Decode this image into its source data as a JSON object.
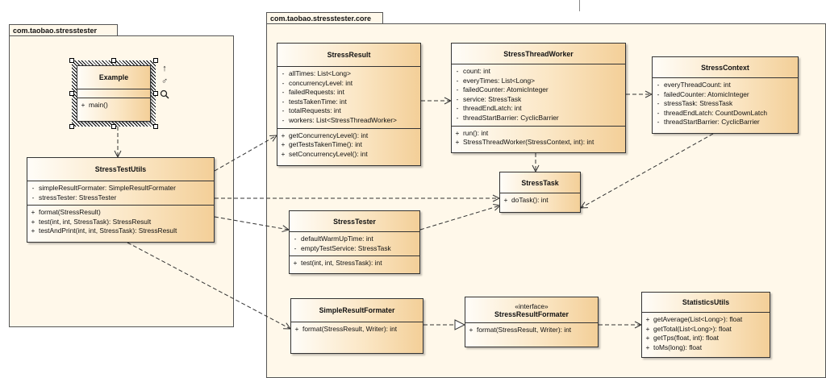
{
  "packages": {
    "left": {
      "name": "com.taobao.stresstester"
    },
    "core": {
      "name": "com.taobao.stresstester.core"
    }
  },
  "classes": {
    "example": {
      "name": "Example",
      "attributes": [],
      "operations": [
        {
          "vis": "+",
          "text": "main()"
        }
      ]
    },
    "stressTestUtils": {
      "name": "StressTestUtils",
      "attributes": [
        {
          "vis": "-",
          "text": "simpleResultFormater: SimpleResultFormater"
        },
        {
          "vis": "-",
          "text": "stressTester: StressTester"
        }
      ],
      "operations": [
        {
          "vis": "+",
          "text": "format(StressResult)"
        },
        {
          "vis": "+",
          "text": "test(int, int, StressTask): StressResult"
        },
        {
          "vis": "+",
          "text": "testAndPrint(int, int, StressTask): StressResult"
        }
      ]
    },
    "stressResult": {
      "name": "StressResult",
      "attributes": [
        {
          "vis": "-",
          "text": "allTimes: List<Long>"
        },
        {
          "vis": "-",
          "text": "concurrencyLevel: int"
        },
        {
          "vis": "-",
          "text": "failedRequests: int"
        },
        {
          "vis": "-",
          "text": "testsTakenTime: int"
        },
        {
          "vis": "-",
          "text": "totalRequests: int"
        },
        {
          "vis": "-",
          "text": "workers: List<StressThreadWorker>"
        }
      ],
      "operations": [
        {
          "vis": "+",
          "text": "getConcurrencyLevel(): int"
        },
        {
          "vis": "+",
          "text": "getTestsTakenTime(): int"
        },
        {
          "vis": "+",
          "text": "setConcurrencyLevel(): int"
        }
      ]
    },
    "stressThreadWorker": {
      "name": "StressThreadWorker",
      "attributes": [
        {
          "vis": "-",
          "text": "count: int"
        },
        {
          "vis": "-",
          "text": "everyTimes: List<Long>"
        },
        {
          "vis": "-",
          "text": "failedCounter: AtomicInteger"
        },
        {
          "vis": "-",
          "text": "service: StressTask"
        },
        {
          "vis": "-",
          "text": "threadEndLatch: int"
        },
        {
          "vis": "-",
          "text": "threadStartBarrier: CyclicBarrier"
        }
      ],
      "operations": [
        {
          "vis": "+",
          "text": "run(): int"
        },
        {
          "vis": "+",
          "text": "StressThreadWorker(StressContext, int): int"
        }
      ]
    },
    "stressContext": {
      "name": "StressContext",
      "attributes": [
        {
          "vis": "-",
          "text": "everyThreadCount: int"
        },
        {
          "vis": "-",
          "text": "failedCounter: AtomicInteger"
        },
        {
          "vis": "-",
          "text": "stressTask: StressTask"
        },
        {
          "vis": "-",
          "text": "threadEndLatch: CountDownLatch"
        },
        {
          "vis": "-",
          "text": "threadStartBarrier: CyclicBarrier"
        }
      ],
      "operations": []
    },
    "stressTask": {
      "name": "StressTask",
      "attributes": [],
      "operations": [
        {
          "vis": "+",
          "text": "doTask(): int"
        }
      ]
    },
    "stressTester": {
      "name": "StressTester",
      "attributes": [
        {
          "vis": "-",
          "text": "defaultWarmUpTime: int"
        },
        {
          "vis": "-",
          "text": "emptyTestService: StressTask"
        }
      ],
      "operations": [
        {
          "vis": "+",
          "text": "test(int, int, StressTask): int"
        }
      ]
    },
    "simpleResultFormater": {
      "name": "SimpleResultFormater",
      "attributes": [],
      "operations": [
        {
          "vis": "+",
          "text": "format(StressResult, Writer): int"
        }
      ]
    },
    "stressResultFormater": {
      "stereotype": "«interface»",
      "name": "StressResultFormater",
      "attributes": [],
      "operations": [
        {
          "vis": "+",
          "text": "format(StressResult, Writer): int"
        }
      ]
    },
    "statisticsUtils": {
      "name": "StatisticsUtils",
      "attributes": [],
      "operations": [
        {
          "vis": "+",
          "text": "getAverage(List<Long>): float"
        },
        {
          "vis": "+",
          "text": "getTotal(List<Long>): float"
        },
        {
          "vis": "+",
          "text": "getTps(float, int): float"
        },
        {
          "vis": "+",
          "text": "toMs(long): float"
        }
      ]
    }
  },
  "relationships": [
    {
      "from": "example",
      "to": "stressTestUtils",
      "kind": "dependency"
    },
    {
      "from": "stressTestUtils",
      "to": "stressResult",
      "kind": "dependency"
    },
    {
      "from": "stressTestUtils",
      "to": "stressTask",
      "kind": "dependency"
    },
    {
      "from": "stressTestUtils",
      "to": "stressTester",
      "kind": "dependency"
    },
    {
      "from": "stressTestUtils",
      "to": "simpleResultFormater",
      "kind": "dependency"
    },
    {
      "from": "stressResult",
      "to": "stressThreadWorker",
      "kind": "dependency"
    },
    {
      "from": "stressThreadWorker",
      "to": "stressContext",
      "kind": "dependency"
    },
    {
      "from": "stressThreadWorker",
      "to": "stressTask",
      "kind": "dependency"
    },
    {
      "from": "stressContext",
      "to": "stressTask",
      "kind": "dependency"
    },
    {
      "from": "stressTester",
      "to": "stressTask",
      "kind": "dependency"
    },
    {
      "from": "simpleResultFormater",
      "to": "stressResultFormater",
      "kind": "realization"
    },
    {
      "from": "stressResultFormater",
      "to": "statisticsUtils",
      "kind": "dependency"
    }
  ],
  "icons": [
    "arrow-up-icon",
    "male-symbol-icon",
    "magnifier-icon"
  ]
}
